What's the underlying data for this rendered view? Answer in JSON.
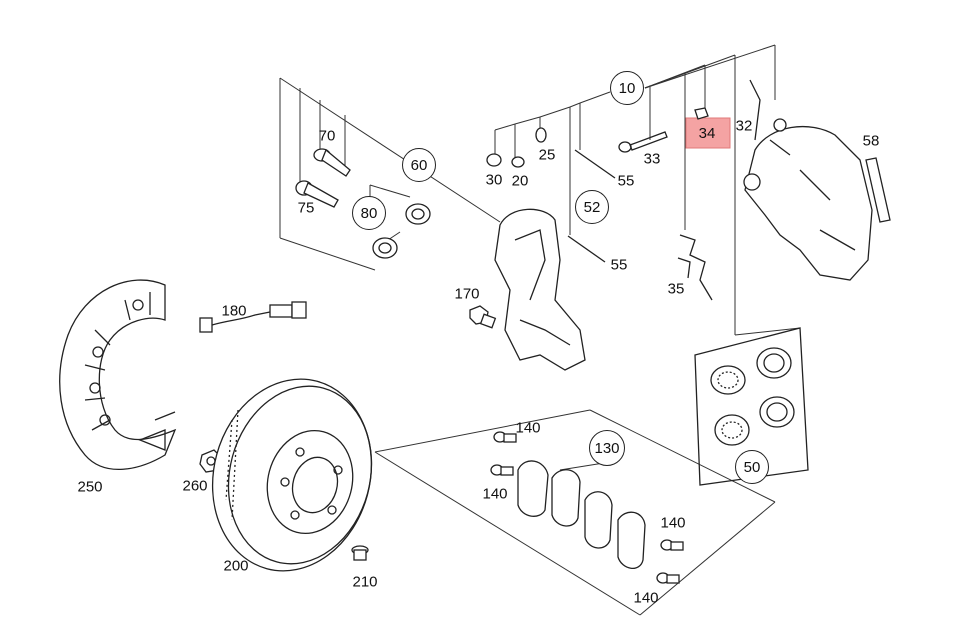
{
  "colors": {
    "highlight": "#f4a3a3",
    "line": "#222222",
    "background": "#ffffff"
  },
  "parts": {
    "p10": "10",
    "p20": "20",
    "p25": "25",
    "p30": "30",
    "p32": "32",
    "p33": "33",
    "p34": "34",
    "p35": "35",
    "p50": "50",
    "p52": "52",
    "p55a": "55",
    "p55b": "55",
    "p58": "58",
    "p60": "60",
    "p70": "70",
    "p75": "75",
    "p80": "80",
    "p130": "130",
    "p140a": "140",
    "p140b": "140",
    "p140c": "140",
    "p140d": "140",
    "p170": "170",
    "p180": "180",
    "p200": "200",
    "p210": "210",
    "p250": "250",
    "p260": "260"
  },
  "highlighted_part": "34"
}
